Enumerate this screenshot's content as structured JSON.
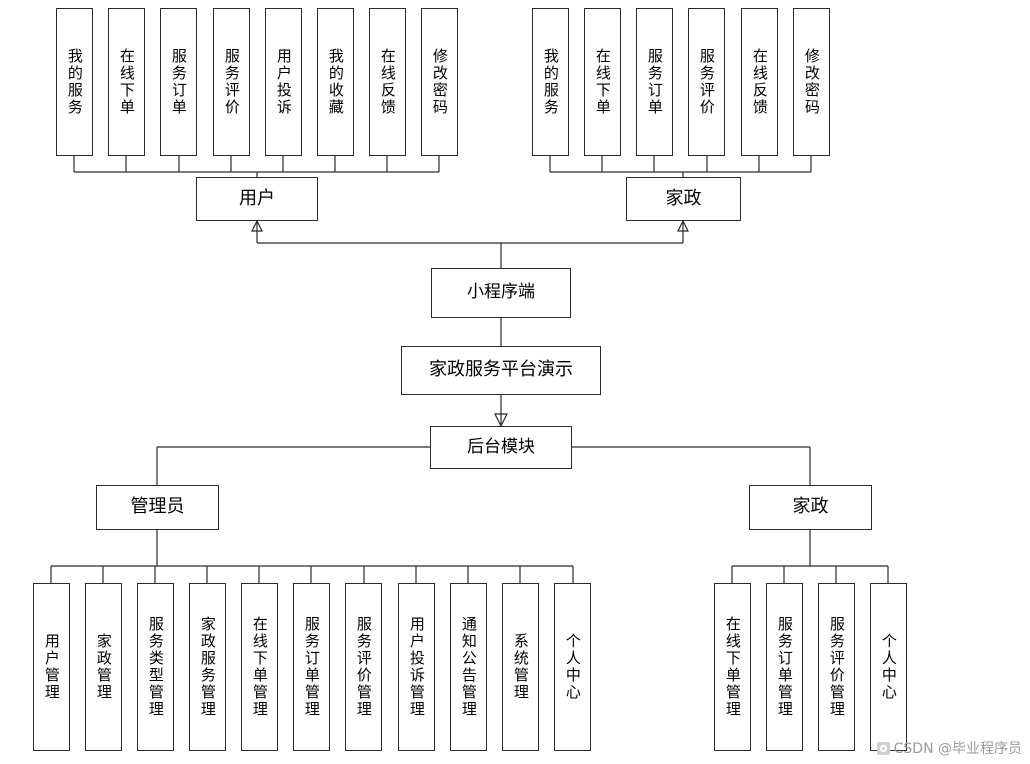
{
  "diagram": {
    "title": "家政服务平台演示",
    "root": {
      "label": "家政服务平台演示"
    },
    "mini_program": {
      "label": "小程序端"
    },
    "backend": {
      "label": "后台模块"
    },
    "roles": {
      "user": {
        "label": "用户"
      },
      "housekeeping_front": {
        "label": "家政"
      },
      "admin": {
        "label": "管理员"
      },
      "housekeeping_back": {
        "label": "家政"
      }
    },
    "user_features": [
      {
        "label": "我的服务"
      },
      {
        "label": "在线下单"
      },
      {
        "label": "服务订单"
      },
      {
        "label": "服务评价"
      },
      {
        "label": "用户投诉"
      },
      {
        "label": "我的收藏"
      },
      {
        "label": "在线反馈"
      },
      {
        "label": "修改密码"
      }
    ],
    "housekeeping_front_features": [
      {
        "label": "我的服务"
      },
      {
        "label": "在线下单"
      },
      {
        "label": "服务订单"
      },
      {
        "label": "服务评价"
      },
      {
        "label": "在线反馈"
      },
      {
        "label": "修改密码"
      }
    ],
    "admin_features": [
      {
        "label": "用户管理"
      },
      {
        "label": "家政管理"
      },
      {
        "label": "服务类型管理"
      },
      {
        "label": "家政服务管理"
      },
      {
        "label": "在线下单管理"
      },
      {
        "label": "服务订单管理"
      },
      {
        "label": "服务评价管理"
      },
      {
        "label": "用户投诉管理"
      },
      {
        "label": "通知公告管理"
      },
      {
        "label": "系统管理"
      },
      {
        "label": "个人中心"
      }
    ],
    "housekeeping_back_features": [
      {
        "label": "在线下单管理"
      },
      {
        "label": "服务订单管理"
      },
      {
        "label": "服务评价管理"
      },
      {
        "label": "个人中心"
      }
    ]
  },
  "watermark": {
    "text": "CSDN @毕业程序员"
  }
}
